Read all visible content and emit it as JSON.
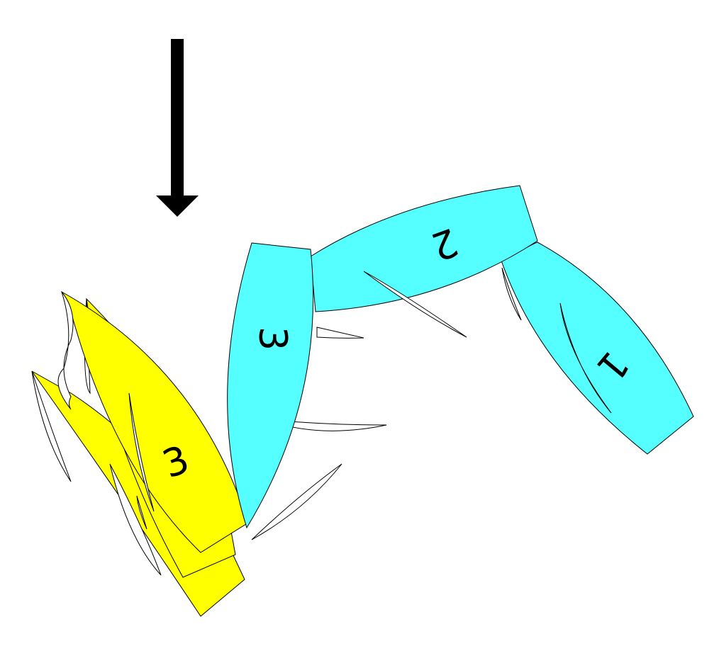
{
  "colors": {
    "cyan_boats": "#55ffff",
    "yellow_boats": "#ffff00",
    "arrow": "#000000"
  },
  "labels": {
    "boat1": "1",
    "boat2": "2",
    "boat3_cyan": "3",
    "boat3_yellow": "3"
  },
  "icons": {
    "arrow": "arrow-down-icon"
  }
}
